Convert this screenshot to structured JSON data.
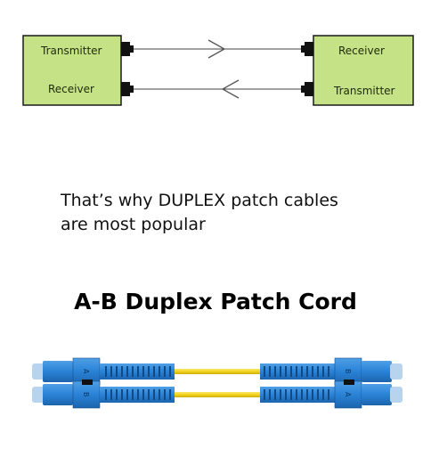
{
  "link": {
    "left_box": {
      "top_label": "Transmitter",
      "bottom_label": "Receiver"
    },
    "right_box": {
      "top_label": "Receiver",
      "bottom_label": "Transmitter"
    },
    "colors": {
      "box_fill": "#c5e386",
      "box_border": "#1a1a1a",
      "connector": "#111111",
      "line": "#444444"
    }
  },
  "statement": {
    "line1": "That’s why DUPLEX patch cables",
    "line2": "are most popular"
  },
  "heading": "A-B Duplex Patch Cord",
  "cord": {
    "left_top_letter": "A",
    "left_bottom_letter": "B",
    "right_top_letter": "B",
    "right_bottom_letter": "A",
    "colors": {
      "connector_blue": "#2a82d6",
      "boot_blue": "#5ba3e6",
      "ferrule": "#b8d3ee",
      "cable_yellow": "#f2d21d"
    }
  }
}
